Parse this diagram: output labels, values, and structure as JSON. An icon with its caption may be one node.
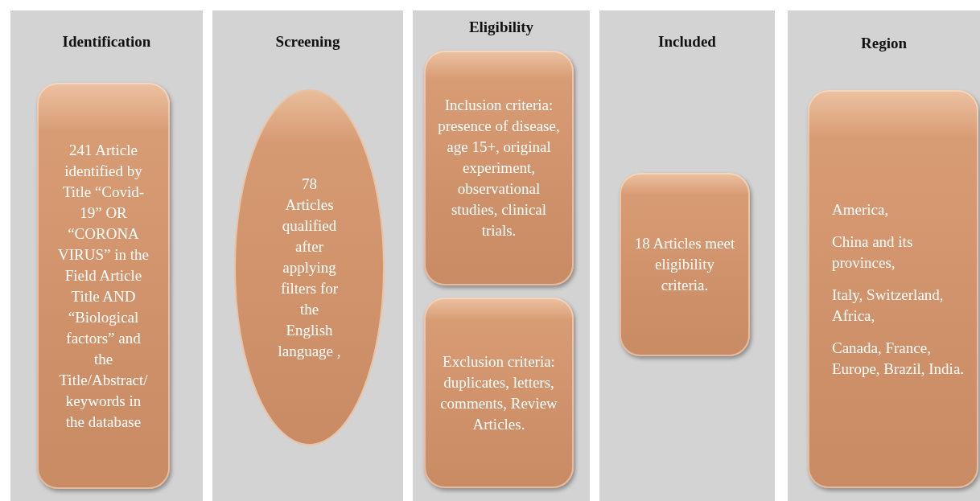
{
  "diagram": {
    "nodes": [
      {
        "text": [
          "Identification"
        ]
      },
      {
        "text": [
          "241 Article identified by Title “Covid-19” OR “CORONA VIRUS” in the Field Article Title AND “Biological factors” and the Title/Abstract/keywords in the database"
        ],
        "in": 0
      },
      {
        "text": [
          "Screening"
        ]
      },
      {
        "text": [
          "78 Articles qualified after applying filters for the English language ,"
        ],
        "in": 2
      },
      {
        "text": [
          "Eligibility"
        ]
      },
      {
        "text": [
          "Inclusion criteria: presence of disease, age 15+, original experiment, observational studies, clinical trials."
        ],
        "in": 4
      },
      {
        "text": [
          "Exclusion criteria: duplicates, letters, comments, Review Articles."
        ],
        "in": 4
      },
      {
        "text": [
          "Included"
        ]
      },
      {
        "text": [
          "18 Articles meet eligibility criteria."
        ],
        "in": 7
      },
      {
        "text": [
          "Region"
        ]
      },
      {
        "text": [
          "America,",
          "China and its provinces,",
          "Italy, Switzerland, Africa,",
          "Canada, France, Europe, Brazil, India."
        ],
        "in": 9
      }
    ]
  }
}
